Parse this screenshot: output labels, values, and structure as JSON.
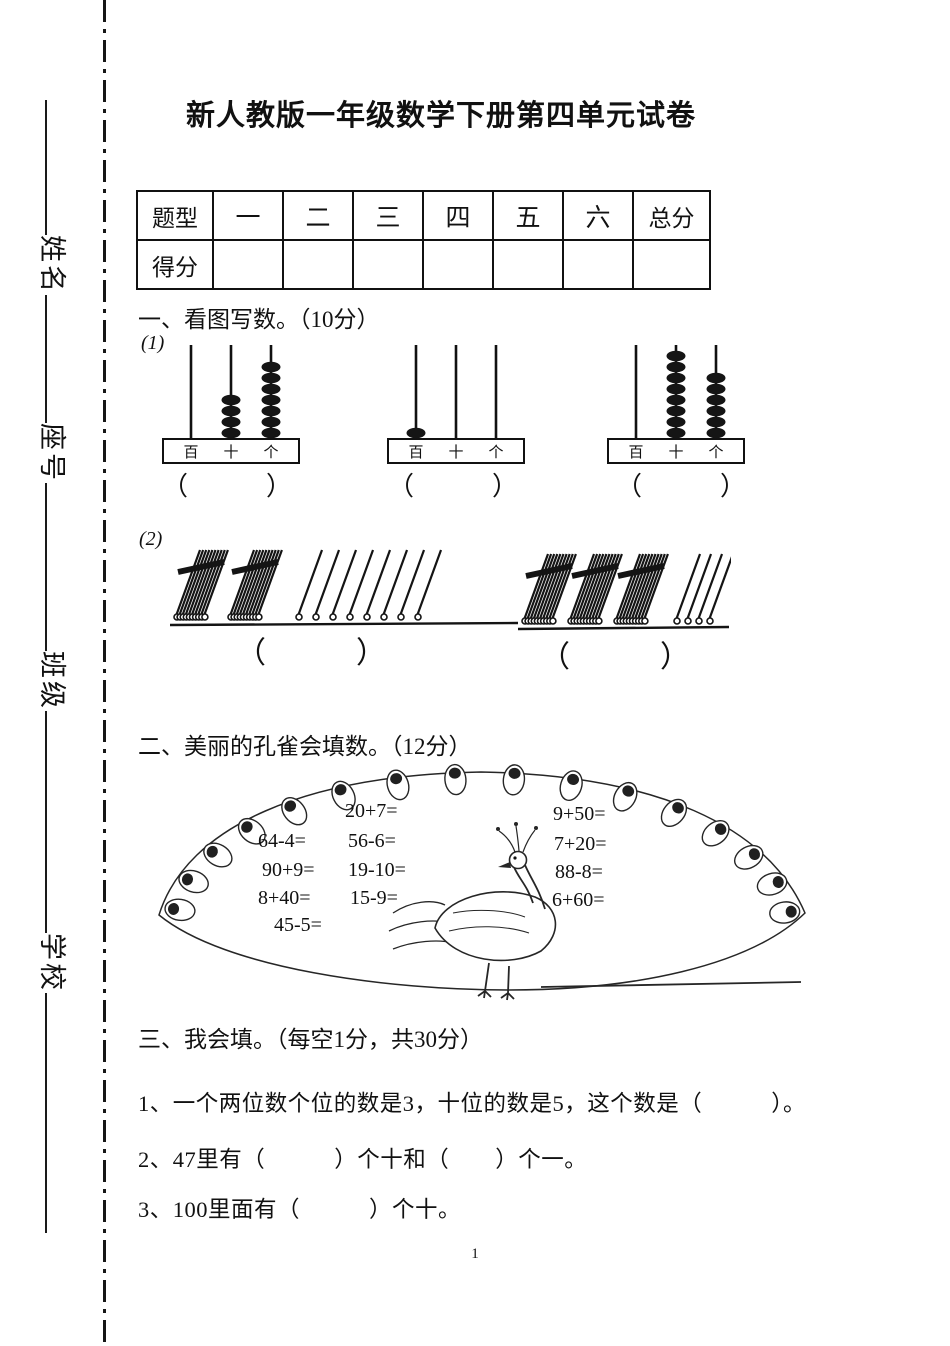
{
  "title": "新人教版一年级数学下册第四单元试卷",
  "margin": {
    "fields": [
      "姓名",
      "座号",
      "班级",
      "学校"
    ]
  },
  "score_table": {
    "row1": [
      "题型",
      "一",
      "二",
      "三",
      "四",
      "五",
      "六",
      "总分"
    ],
    "row2": [
      "得分",
      "",
      "",
      "",
      "",
      "",
      "",
      ""
    ]
  },
  "section_one": {
    "heading": "一、看图写数。（10分）",
    "sub1_label": "(1)",
    "sub2_label": "(2)",
    "place_labels": [
      "百",
      "十",
      "个"
    ],
    "abacuses": [
      {
        "beads": [
          0,
          4,
          7
        ]
      },
      {
        "beads": [
          1,
          0,
          0
        ]
      },
      {
        "beads": [
          0,
          8,
          6
        ]
      }
    ],
    "answer_blank": "（　　　）",
    "sticks": [
      {
        "bundles": 2,
        "loose": 8
      },
      {
        "bundles": 3,
        "loose": 4
      }
    ],
    "sticks_blank": "（　　　）"
  },
  "section_two": {
    "heading": "二、美丽的孔雀会填数。（12分）",
    "problems": [
      "20+7=",
      "64-4=",
      "56-6=",
      "90+9=",
      "19-10=",
      "8+40=",
      "15-9=",
      "45-5=",
      "9+50=",
      "7+20=",
      "88-8=",
      "6+60="
    ]
  },
  "section_three": {
    "heading": "三、我会填。（每空1分，共30分）",
    "items": [
      "1、一个两位数个位的数是3，十位的数是5，这个数是（　　　）。",
      "2、47里有（　　　）个十和（　　）个一。",
      "3、100里面有（　　　）个十。"
    ]
  },
  "footer": {
    "page_number": "1"
  }
}
